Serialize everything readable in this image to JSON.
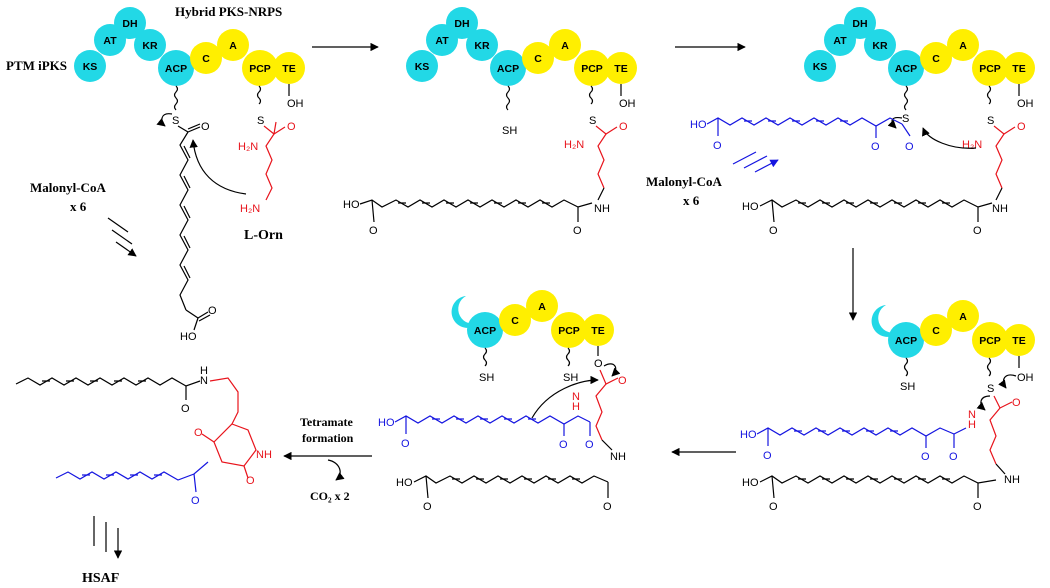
{
  "colors": {
    "cyan": "#22d8e6",
    "yellow": "#ffef00",
    "red": "#e8141c",
    "blue": "#1515e0",
    "black": "#000000"
  },
  "labels": {
    "hybrid": "Hybrid PKS-NRPS",
    "ptm": "PTM iPKS",
    "malonyl_black": "Malonyl-CoA",
    "x6_black": "x 6",
    "lorn": "L-Orn",
    "malonyl_blue": "Malonyl-CoA",
    "x6_blue": "x 6",
    "tetramate1": "Tetramate",
    "tetramate2": "formation",
    "co2": "CO₂ x 2",
    "hsaf": "HSAF"
  },
  "domains": {
    "KS": "KS",
    "AT": "AT",
    "DH": "DH",
    "KR": "KR",
    "ACP": "ACP",
    "C": "C",
    "A": "A",
    "PCP": "PCP",
    "TE": "TE"
  },
  "atoms": {
    "S": "S",
    "SH": "SH",
    "O": "O",
    "OH": "OH",
    "HO": "HO",
    "NH": "NH",
    "N": "N",
    "H": "H",
    "H2N": "H₂N"
  }
}
